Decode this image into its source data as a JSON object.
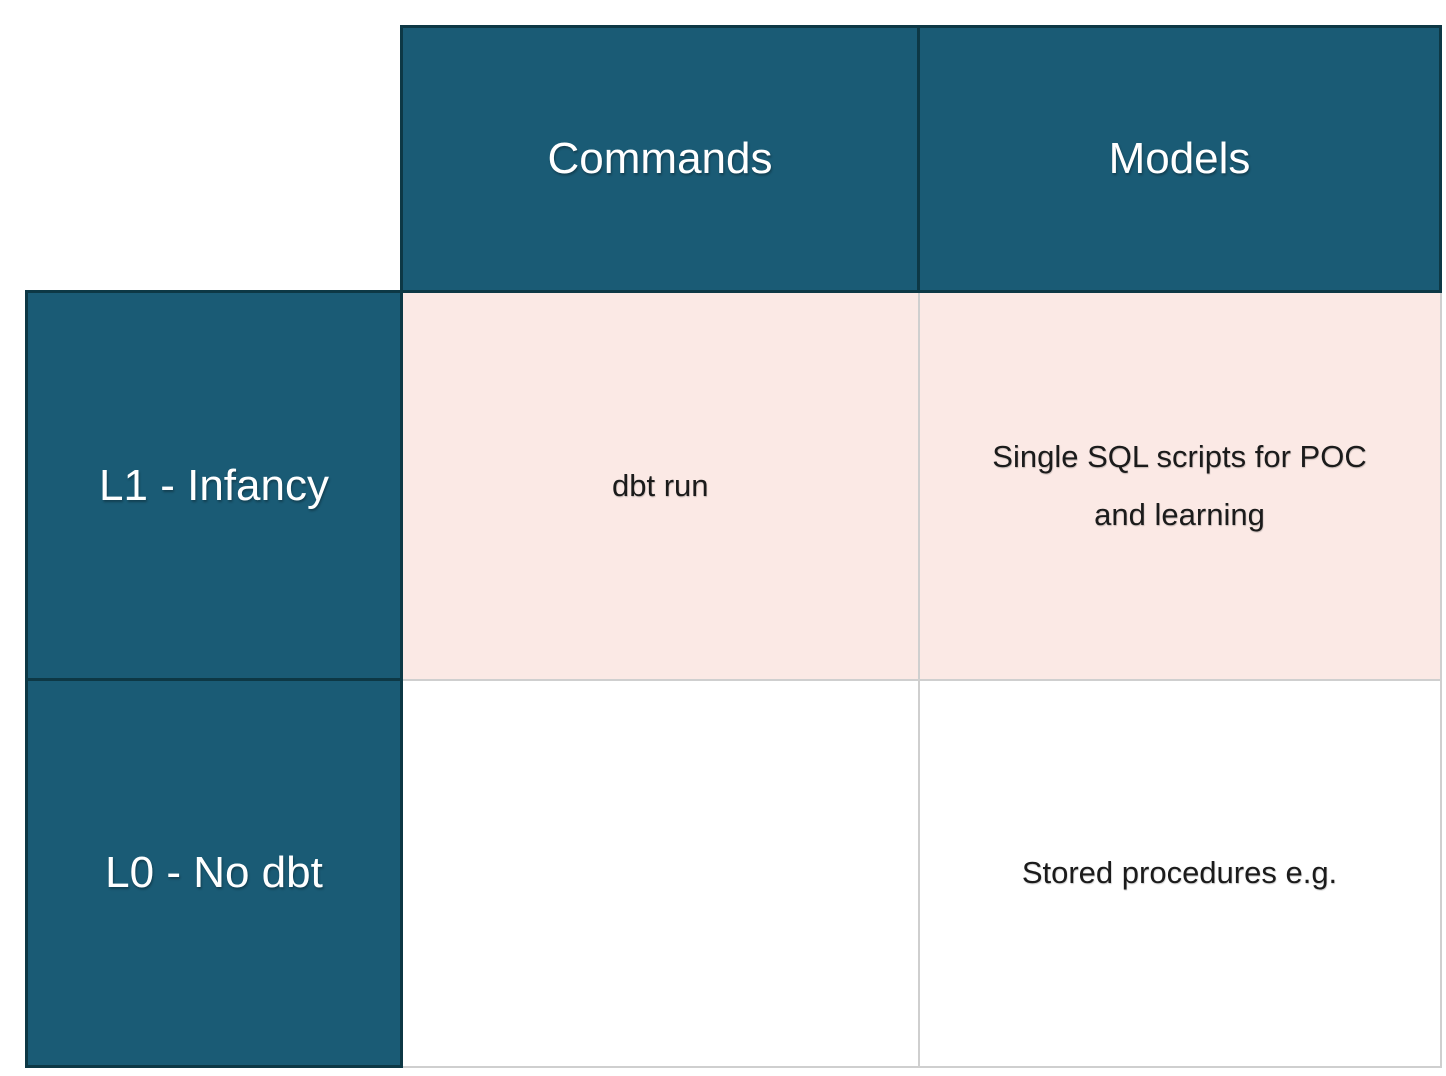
{
  "table": {
    "corner": "",
    "columns": [
      {
        "label": "Commands"
      },
      {
        "label": "Models"
      }
    ],
    "rows": [
      {
        "label": "L1 - Infancy",
        "highlighted": true,
        "cells": {
          "commands": "dbt run",
          "models": "Single SQL scripts for POC and learning"
        }
      },
      {
        "label": "L0 - No dbt",
        "highlighted": false,
        "cells": {
          "commands": "",
          "models": "Stored procedures e.g."
        }
      }
    ],
    "colors": {
      "header_bg": "#1A5B75",
      "header_border": "#0D3845",
      "header_text": "#FFFFFF",
      "highlight_bg": "#FBE9E5",
      "cell_bg": "#FFFFFF",
      "cell_border": "#CFCFCF",
      "cell_text": "#1B1B1B",
      "canvas_bg": "#FFFFFF"
    }
  }
}
